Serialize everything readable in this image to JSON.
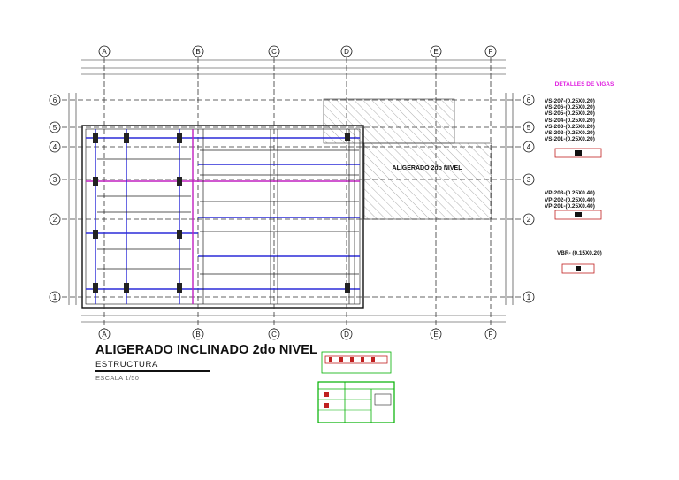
{
  "sheet": {
    "title": "ALIGERADO INCLINADO 2do NIVEL",
    "subtitle": "ESTRUCTURA",
    "scale": "ESCALA 1/50"
  },
  "axes": {
    "columns": [
      "A",
      "B",
      "C",
      "D",
      "E",
      "F"
    ],
    "rows": [
      "6",
      "5",
      "4",
      "3",
      "2",
      "1"
    ]
  },
  "zone_label": "ALIGERADO 2do NIVEL",
  "beam_details": {
    "heading": "DETALLES DE VIGAS",
    "group1": [
      "VS-207-(0.25X0.20)",
      "VS-206-(0.25X0.20)",
      "VS-205-(0.25X0.20)",
      "VS-204-(0.25X0.20)",
      "VS-203-(0.25X0.20)",
      "VS-202-(0.25X0.20)",
      "VS-201-(0.25X0.20)"
    ],
    "group2": [
      "VP-203-(0.25X0.40)",
      "VP-202-(0.25X0.40)",
      "VP-201-(0.25X0.40)"
    ],
    "group3": [
      "VBR- (0.15X0.20)"
    ]
  },
  "colors": {
    "line": "#111111",
    "beam_blue": "#2b2bd9",
    "beam_magenta": "#c020c0",
    "table_green": "#00b000",
    "heading_magenta": "#e020e0"
  }
}
